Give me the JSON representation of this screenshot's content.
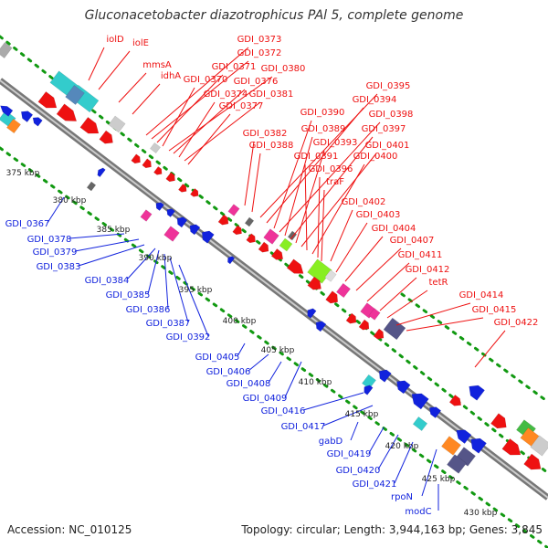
{
  "header": {
    "title": "Gluconacetobacter diazotrophicus PAl 5, complete genome"
  },
  "footer": {
    "accession": "Accession: NC_010125",
    "summary": "Topology: circular; Length: 3,944,163 bp; Genes: 3,845"
  },
  "colors": {
    "forward": "#ee1111",
    "reverse": "#1122dd",
    "dots": "#119911",
    "backbone": "#888888",
    "cyan": "#33cccc",
    "magenta": "#ee3399",
    "lime": "#88ee22",
    "orange": "#ff8822",
    "purple": "#555588",
    "gray": "#aaaaaa",
    "darkgray": "#666666"
  },
  "scale": {
    "ticks": [
      "375 kbp",
      "380 kbp",
      "385 kbp",
      "390 kbp",
      "395 kbp",
      "400 kbp",
      "405 kbp",
      "410 kbp",
      "415 kbp",
      "420 kbp",
      "425 kbp",
      "430 kbp"
    ]
  },
  "forward_labels": [
    "iolD",
    "iolE",
    "mmsA",
    "idhA",
    "GDI_0373",
    "GDI_0372",
    "GDI_0371",
    "GDI_0370",
    "GDI_0380",
    "GDI_0376",
    "GDI_0374",
    "GDI_0381",
    "GDI_0377",
    "GDI_0382",
    "GDI_0388",
    "GDI_0395",
    "GDI_0394",
    "GDI_0390",
    "GDI_0398",
    "GDI_0389",
    "GDI_0397",
    "GDI_0393",
    "GDI_0401",
    "GDI_0391",
    "GDI_0400",
    "GDI_0396",
    "traF",
    "GDI_0402",
    "GDI_0403",
    "GDI_0404",
    "GDI_0407",
    "GDI_0411",
    "GDI_0412",
    "tetR",
    "GDI_0414",
    "GDI_0415",
    "GDI_0422"
  ],
  "reverse_labels": [
    "GDI_0367",
    "GDI_0378",
    "GDI_0379",
    "GDI_0383",
    "GDI_0384",
    "GDI_0385",
    "GDI_0386",
    "GDI_0387",
    "GDI_0392",
    "GDI_0405",
    "GDI_0406",
    "GDI_0408",
    "GDI_0409",
    "GDI_0416",
    "GDI_0417",
    "gabD",
    "GDI_0419",
    "GDI_0420",
    "GDI_0421",
    "rpoN",
    "modC"
  ]
}
